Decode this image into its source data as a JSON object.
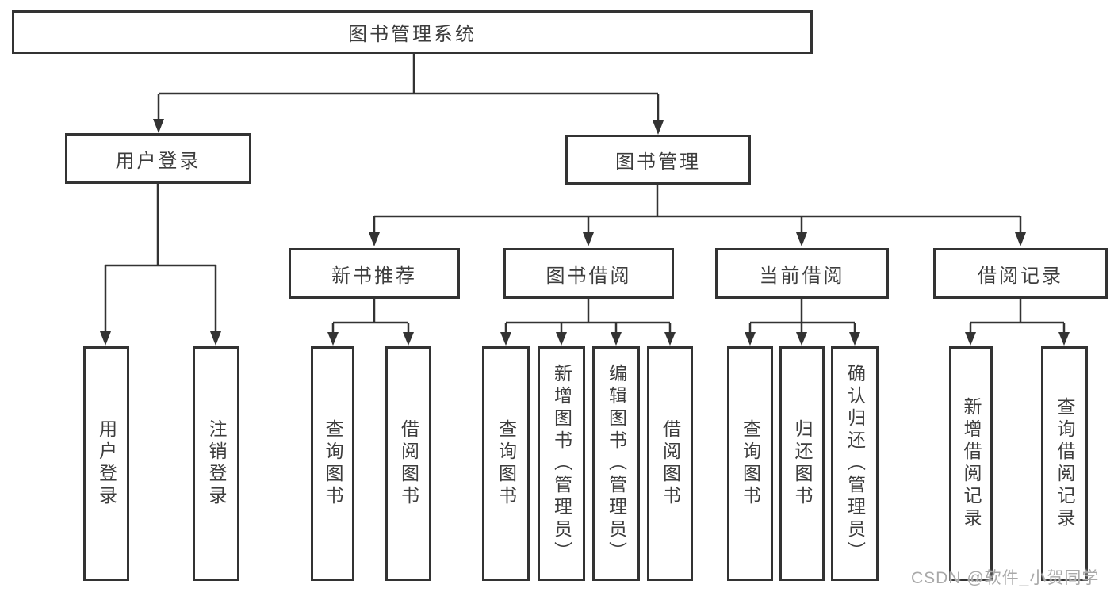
{
  "tree": {
    "label": "图书管理系统",
    "children": [
      {
        "label": "用户登录",
        "children": [
          {
            "label": "用户登录"
          },
          {
            "label": "注销登录"
          }
        ]
      },
      {
        "label": "图书管理",
        "children": [
          {
            "label": "新书推荐",
            "children": [
              {
                "label": "查询图书"
              },
              {
                "label": "借阅图书"
              }
            ]
          },
          {
            "label": "图书借阅",
            "children": [
              {
                "label": "查询图书"
              },
              {
                "label": "新增图书（管理员）"
              },
              {
                "label": "编辑图书（管理员）"
              },
              {
                "label": "借阅图书"
              }
            ]
          },
          {
            "label": "当前借阅",
            "children": [
              {
                "label": "查询图书"
              },
              {
                "label": "归还图书"
              },
              {
                "label": "确认归还（管理员）"
              }
            ]
          },
          {
            "label": "借阅记录",
            "children": [
              {
                "label": "新增借阅记录"
              },
              {
                "label": "查询借阅记录"
              }
            ]
          }
        ]
      }
    ]
  },
  "watermark": {
    "text": "CSDN @软件_小贺同学"
  },
  "colors": {
    "line": "#333333",
    "node_border": "#333333",
    "node_text": "#3d3d3d",
    "watermark_text": "#a9a9a9",
    "background": "#ffffff"
  }
}
